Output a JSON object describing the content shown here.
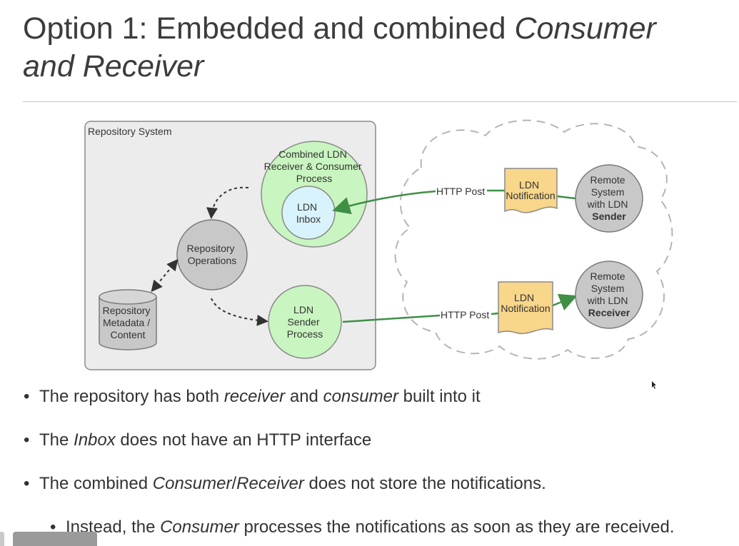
{
  "slide": {
    "title_plain": "Option 1: Embedded and combined ",
    "title_italic_1": "Consumer",
    "title_break": "and Receiver"
  },
  "diagram": {
    "repo_system_label": "Repository System",
    "combined_process": [
      "Combined LDN",
      "Receiver & Consumer",
      "Process"
    ],
    "ldn_inbox": [
      "LDN",
      "Inbox"
    ],
    "repo_operations": [
      "Repository",
      "Operations"
    ],
    "repo_metadata": [
      "Repository",
      "Metadata /",
      "Content"
    ],
    "ldn_sender_process": [
      "LDN",
      "Sender",
      "Process"
    ],
    "http_post_top": "HTTP Post",
    "http_post_bottom": "HTTP Post",
    "notification_top": [
      "LDN",
      "Notification"
    ],
    "notification_bottom": [
      "LDN",
      "Notification"
    ],
    "remote_sender": [
      "Remote",
      "System",
      "with LDN",
      "Sender"
    ],
    "remote_receiver": [
      "Remote",
      "System",
      "with LDN",
      "Receiver"
    ]
  },
  "bullets": {
    "b1_pre": "The repository has both ",
    "b1_em1": "receiver",
    "b1_mid": " and ",
    "b1_em2": "consumer",
    "b1_post": " built into it",
    "b2_pre": "The ",
    "b2_em": "Inbox",
    "b2_post": " does not have an HTTP interface",
    "b3_pre": "The combined ",
    "b3_em1": "Consumer",
    "b3_sep": "/",
    "b3_em2": "Receiver",
    "b3_post": " does not store the notifications.",
    "b4_pre": "Instead, the ",
    "b4_em": "Consumer",
    "b4_post": " processes the notifications as soon as they are received."
  },
  "colors": {
    "green_fill": "#c9f5c0",
    "green_arrow": "#3f8f47",
    "inbox_fill": "#d8f3fb",
    "note_fill": "#f8d68a",
    "gray_circle": "#c8c8c8",
    "box_fill": "#ececec"
  }
}
